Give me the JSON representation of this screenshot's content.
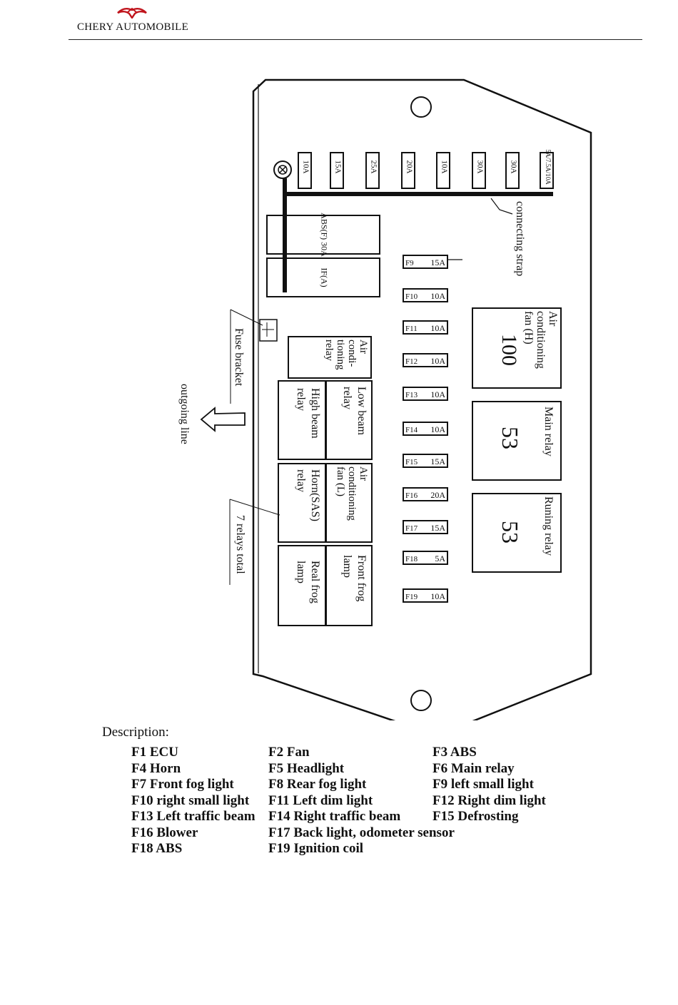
{
  "header": {
    "brand": "CHERY AUTOMOBILE"
  },
  "top_fuses": [
    "10A",
    "15A",
    "25A",
    "20A",
    "10A",
    "30A",
    "30A",
    "5A/7.5A/10A"
  ],
  "big_fuses": [
    "ABS(F) 30A",
    "IF(A)"
  ],
  "fuse_column": [
    {
      "id": "F9",
      "amp": "15A"
    },
    {
      "id": "F10",
      "amp": "10A"
    },
    {
      "id": "F11",
      "amp": "10A"
    },
    {
      "id": "F12",
      "amp": "10A"
    },
    {
      "id": "F13",
      "amp": "10A"
    },
    {
      "id": "F14",
      "amp": "10A"
    },
    {
      "id": "F15",
      "amp": "15A"
    },
    {
      "id": "F16",
      "amp": "20A"
    },
    {
      "id": "F17",
      "amp": "15A"
    },
    {
      "id": "F18",
      "amp": "5A"
    },
    {
      "id": "F19",
      "amp": "10A"
    }
  ],
  "relays": {
    "ac_relay": [
      "Air",
      "condi-",
      "tioning",
      "relay"
    ],
    "low_beam": [
      "Low beam",
      "relay"
    ],
    "high_beam": [
      "High beam",
      "relay"
    ],
    "ac_fan_l": [
      "Air",
      "conditioning",
      "fan (L)"
    ],
    "horn": [
      "Horn(SAS)",
      "relay"
    ],
    "front_fog": [
      "Front frog",
      "lamp"
    ],
    "rear_fog": [
      "Real frog",
      "lamp"
    ],
    "ac_fan_h": [
      "Air",
      "conditioning",
      "fan (H)"
    ],
    "ac_fan_h_code": "100",
    "main_relay": "Main relay",
    "main_relay_code": "53",
    "running_relay": "Runing relay",
    "running_relay_code": "53"
  },
  "labels": {
    "connecting_strap": "connecting strap",
    "fuse_bracket": "Fuse bracket",
    "outgoing_line": "outgoing line",
    "relays_total": "7 relays total"
  },
  "description": {
    "title": "Description:",
    "rows": [
      [
        "F1 ECU",
        "F2 Fan",
        "F3 ABS"
      ],
      [
        "F4 Horn",
        "F5 Headlight",
        "F6 Main relay"
      ],
      [
        "F7 Front fog light",
        "F8 Rear fog light",
        "F9 left small light"
      ],
      [
        "F10 right small light",
        "F11 Left dim light",
        "F12 Right dim light"
      ],
      [
        "F13 Left traffic beam",
        "F14 Right traffic beam",
        "F15 Defrosting"
      ],
      [
        "F16 Blower",
        "F17 Back light, odometer sensor",
        ""
      ],
      [
        "F18 ABS",
        "F19 Ignition coil",
        ""
      ]
    ]
  }
}
